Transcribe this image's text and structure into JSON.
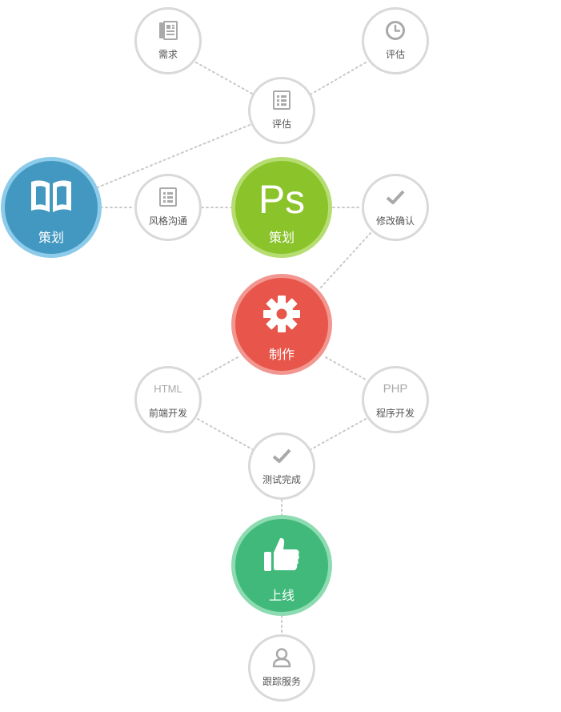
{
  "colors": {
    "blue": "#4398c1",
    "blue_ring": "#8dcbea",
    "green": "#8ac32a",
    "green_ring": "#b6dd72",
    "red": "#e8554a",
    "red_ring": "#f29690",
    "teal": "#40b97a",
    "teal_ring": "#8ddbb0",
    "node_border": "#d9d9d9",
    "icon_grey": "#a9a9a9",
    "connector": "#c9c9c9"
  },
  "nodes": {
    "demand": {
      "label": "需求",
      "icon": "news-icon"
    },
    "evaluate_top": {
      "label": "评估",
      "icon": "clock-icon"
    },
    "evaluate_mid": {
      "label": "评估",
      "icon": "list-icon"
    },
    "planning_main": {
      "label": "策划",
      "icon": "book-icon"
    },
    "style_communication": {
      "label": "风格沟通",
      "icon": "list-icon"
    },
    "ps_planning": {
      "label": "策划",
      "icon_text": "Ps"
    },
    "revision_confirm": {
      "label": "修改确认",
      "icon": "check-icon"
    },
    "production": {
      "label": "制作",
      "icon": "gear-icon"
    },
    "frontend": {
      "label": "前端开发",
      "icon_text": "HTML"
    },
    "backend": {
      "label": "程序开发",
      "icon_text": "PHP"
    },
    "testing": {
      "label": "测试完成",
      "icon": "check-icon"
    },
    "launch": {
      "label": "上线",
      "icon": "thumbs-up-icon"
    },
    "follow_up": {
      "label": "跟踪服务",
      "icon": "user-icon"
    }
  }
}
